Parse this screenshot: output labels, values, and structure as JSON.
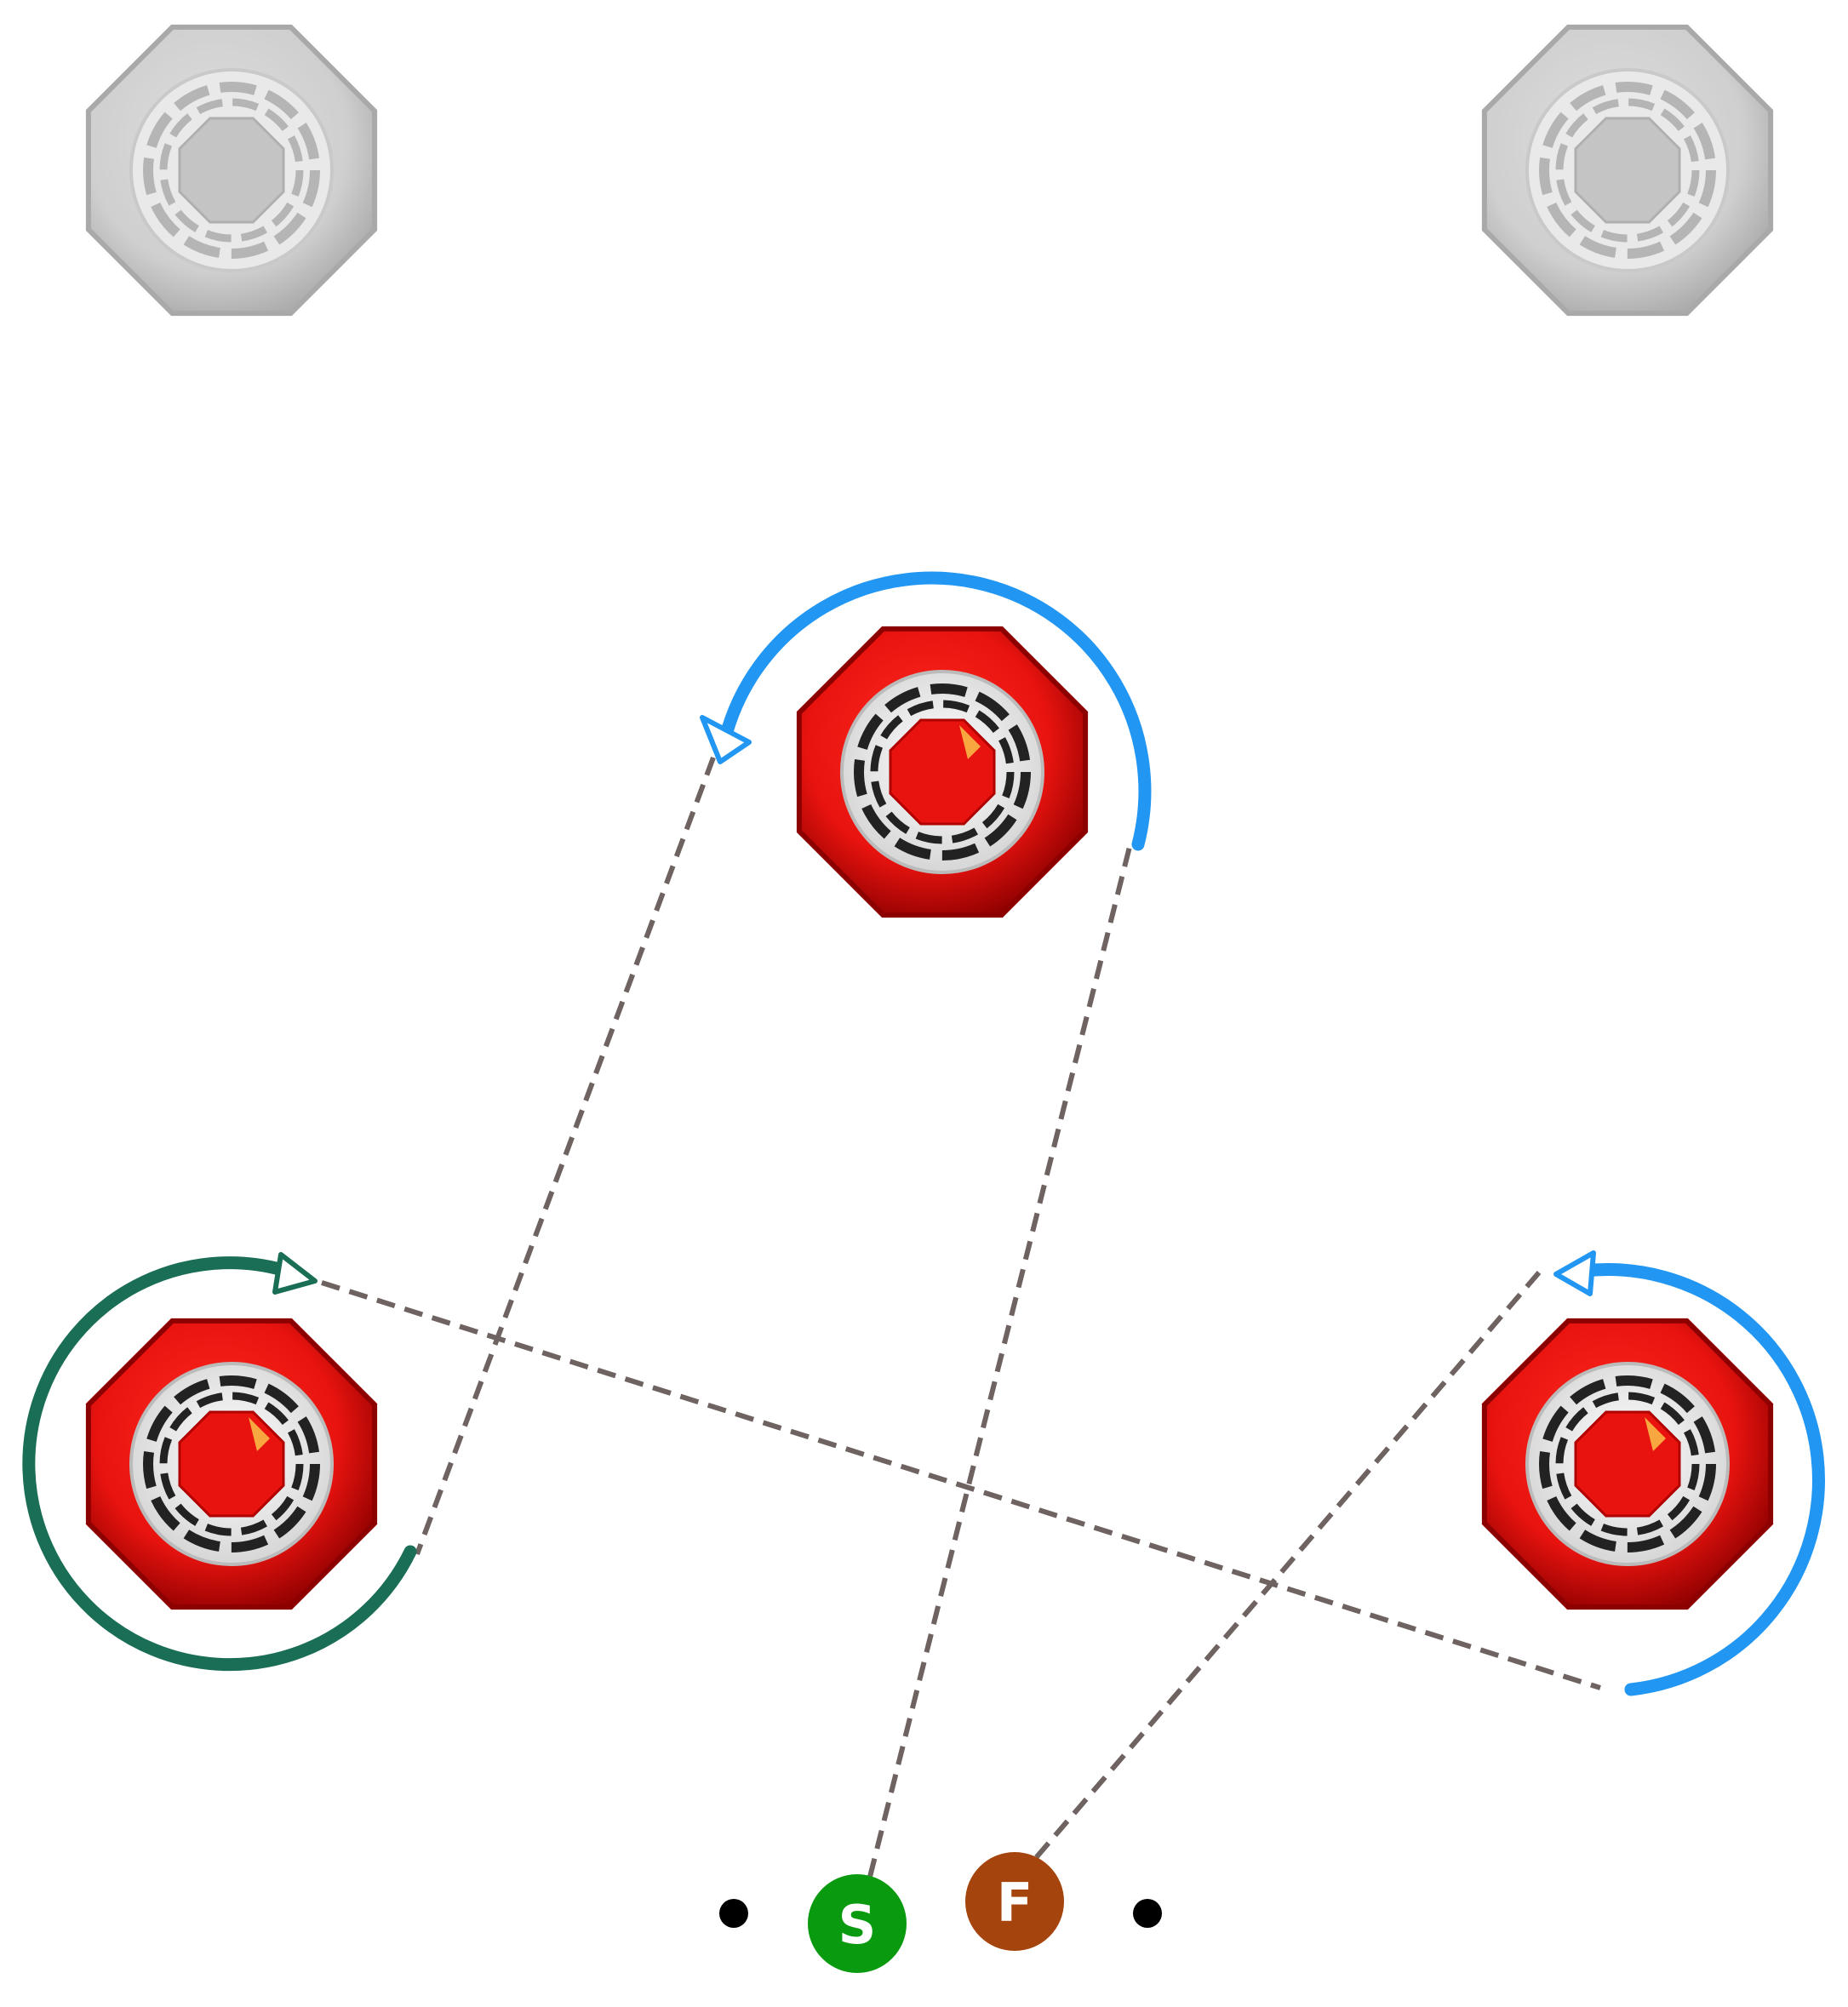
{
  "colors": {
    "cone_active": "#e8130f",
    "cone_active_dark": "#8c0000",
    "cone_inactive": "#cfcfcf",
    "cone_inactive_dark": "#a9a9a9",
    "path": "#6e6361",
    "clockwise_arrow": "#1a6e56",
    "counterclockwise_arrow": "#2196f3",
    "marker_start": "#0a9a10",
    "marker_finish": "#a5440c",
    "dot": "#000000"
  },
  "cones": [
    {
      "name": "cone-top-left",
      "state": "inactive"
    },
    {
      "name": "cone-top-right",
      "state": "inactive"
    },
    {
      "name": "cone-center",
      "state": "active"
    },
    {
      "name": "cone-bottom-left",
      "state": "active"
    },
    {
      "name": "cone-bottom-right",
      "state": "active"
    }
  ],
  "turns": [
    {
      "cone": "cone-center",
      "direction": "counterclockwise",
      "color": "#2196f3"
    },
    {
      "cone": "cone-bottom-left",
      "direction": "clockwise",
      "color": "#1a6e56"
    },
    {
      "cone": "cone-bottom-right",
      "direction": "counterclockwise",
      "color": "#2196f3"
    }
  ],
  "markers": {
    "start": {
      "label": "S",
      "color": "#0a9a10"
    },
    "finish": {
      "label": "F",
      "color": "#a5440c"
    }
  }
}
